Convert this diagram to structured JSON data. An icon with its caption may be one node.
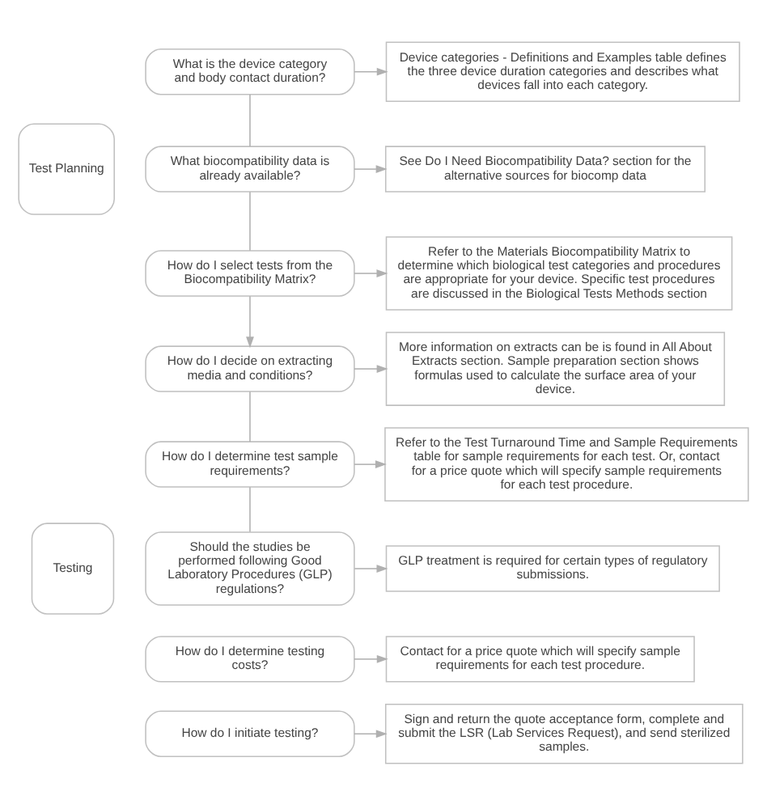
{
  "diagram": {
    "nodes": [
      {
        "text": [
          "Test Planning"
        ]
      },
      {
        "text": [
          "What is the device category and body contact duration?"
        ]
      },
      {
        "text": [
          "Device categories - Definitions and Examples table defines the three device duration categories and describes what devices fall into each category."
        ]
      },
      {
        "text": [
          "What biocompatibility data is already available?"
        ]
      },
      {
        "text": [
          "See Do I Need Biocompatibility Data? section for the alternative sources for biocomp data"
        ]
      },
      {
        "text": [
          "How do I select tests from the Biocompatibility Matrix?"
        ]
      },
      {
        "text": [
          "Refer to the Materials Biocompatibility Matrix to determine which biological test categories and procedures are appropriate for your device. Specific test procedures are discussed in the Biological Tests Methods section"
        ]
      },
      {
        "text": [
          "Testing"
        ]
      },
      {
        "text": [
          "How do I decide on extracting media and conditions?"
        ]
      },
      {
        "text": [
          "More information on extracts can be is found in All About Extracts section. Sample preparation section shows formulas used to calculate the surface area of your device."
        ]
      },
      {
        "text": [
          "How do I determine test sample requirements?"
        ]
      },
      {
        "text": [
          "Refer to the Test Turnaround Time and Sample Requirements table for sample requirements for each test. Or, contact for a price quote which will specify sample requirements for each test procedure."
        ]
      },
      {
        "text": [
          "Should the studies be performed following Good Laboratory Procedures (GLP) regulations?"
        ]
      },
      {
        "text": [
          "GLP treatment is required for certain types of regulatory submissions."
        ]
      },
      {
        "text": [
          "How do I determine testing costs?"
        ]
      },
      {
        "text": [
          "Contact for a price quote which will specify sample requirements for each test procedure."
        ]
      },
      {
        "text": [
          "How do I initiate testing?"
        ]
      },
      {
        "text": [
          "Sign and return the quote acceptance form, complete and submit the LSR (Lab Services Request), and send sterilized samples."
        ]
      }
    ],
    "edges": [
      {
        "from": 1,
        "to": 2,
        "arrow": "to"
      },
      {
        "from": 1,
        "to": 3,
        "arrow": "none"
      },
      {
        "from": 3,
        "to": 4,
        "arrow": "to"
      },
      {
        "from": 3,
        "to": 5,
        "arrow": "none"
      },
      {
        "from": 5,
        "to": 6,
        "arrow": "to"
      },
      {
        "from": 5,
        "to": 8,
        "arrow": "to"
      },
      {
        "from": 8,
        "to": 9,
        "arrow": "to"
      },
      {
        "from": 8,
        "to": 10,
        "arrow": "none"
      },
      {
        "from": 10,
        "to": 11,
        "arrow": "to"
      },
      {
        "from": 10,
        "to": 12,
        "arrow": "none"
      },
      {
        "from": 12,
        "to": 13,
        "arrow": "to"
      },
      {
        "from": 14,
        "to": 15,
        "arrow": "to"
      },
      {
        "from": 16,
        "to": 17,
        "arrow": "to"
      }
    ]
  }
}
